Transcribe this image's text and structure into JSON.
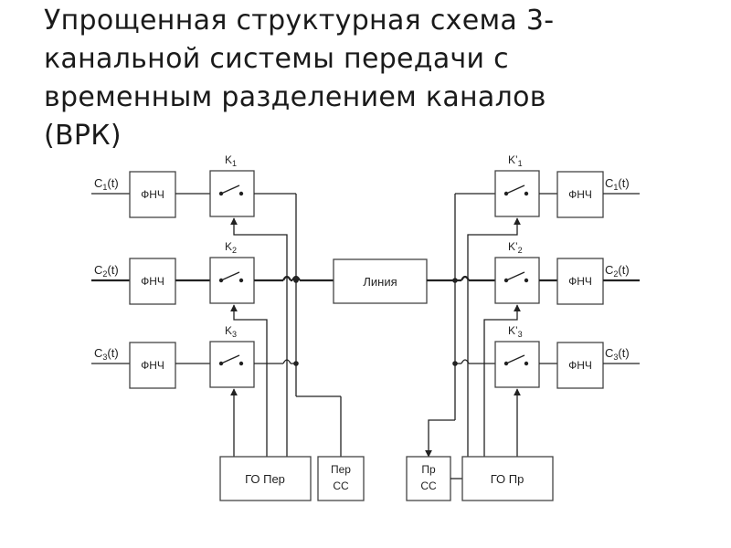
{
  "title": {
    "line1": "Упрощенная структурная схема 3-",
    "line2": "канальной системы передачи с",
    "line3": "временным разделением каналов",
    "line4": "(ВРК)"
  },
  "diagram": {
    "inputs": {
      "c1_main": "C",
      "c1_sub": "1",
      "c1_arg": "(t)",
      "c2_main": "C",
      "c2_sub": "2",
      "c2_arg": "(t)",
      "c3_main": "C",
      "c3_sub": "3",
      "c3_arg": "(t)"
    },
    "outputs": {
      "c1_main": "C",
      "c1_sub": "1",
      "c1_arg": "(t)",
      "c2_main": "C",
      "c2_sub": "2",
      "c2_arg": "(t)",
      "c3_main": "C",
      "c3_sub": "3",
      "c3_arg": "(t)"
    },
    "filter_label": "ФНЧ",
    "tx_keys": {
      "k1_main": "K",
      "k1_sub": "1",
      "k2_main": "K",
      "k2_sub": "2",
      "k3_main": "K",
      "k3_sub": "3"
    },
    "rx_keys": {
      "k1_main": "K’",
      "k1_sub": "1",
      "k2_main": "K’",
      "k2_sub": "2",
      "k3_main": "K’",
      "k3_sub": "3"
    },
    "line_label": "Линия",
    "go_tx_label": "ГО Пер",
    "go_rx_label": "ГО Пр",
    "sync_tx_line1": "Пер",
    "sync_tx_line2": "СС",
    "sync_rx_line1": "Пр",
    "sync_rx_line2": "СС"
  }
}
